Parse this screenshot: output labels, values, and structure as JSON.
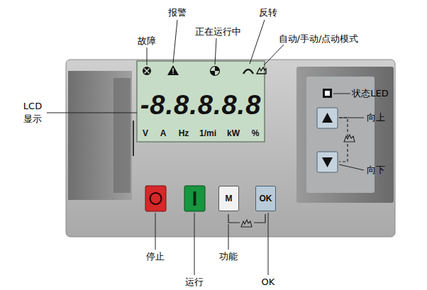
{
  "diagram": {
    "nodes": [
      {
        "text": [
          "M"
        ]
      },
      {
        "text": [
          "OK"
        ]
      }
    ],
    "labels": [
      "报警",
      "反转",
      "故障",
      "正在运行中",
      "自动/手动/点动模式",
      "LCD 显示",
      "状态LED",
      "向上",
      "向下",
      "-8.8.8.8.8",
      "V",
      "A",
      "Hz",
      "1/mi",
      "kW",
      "%",
      "停止",
      "功能",
      "运行",
      "OK"
    ]
  }
}
